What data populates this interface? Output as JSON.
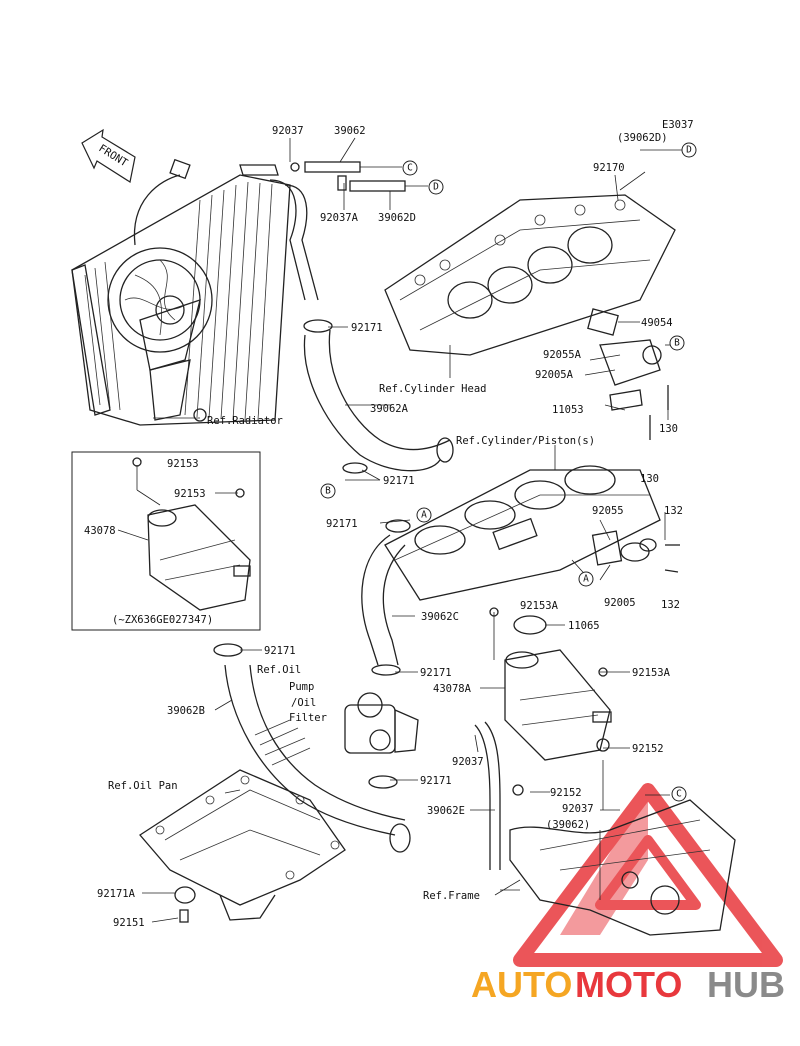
{
  "header": {
    "code": "E3037",
    "front": "FRONT"
  },
  "parts": {
    "p92037_top": "92037",
    "p39062": "39062",
    "p92037A": "92037A",
    "p39062D": "39062D",
    "p39062D_paren": "(39062D)",
    "p92170": "92170",
    "p92171_a": "92171",
    "p39062A": "39062A",
    "p92171_b": "92171",
    "p92171_c": "92171",
    "p49054": "49054",
    "p92055A": "92055A",
    "p92005A": "92005A",
    "p11053": "11053",
    "p130_a": "130",
    "p130_b": "130",
    "p92055": "92055",
    "p132_a": "132",
    "p92005": "92005",
    "p132_b": "132",
    "p92153_a": "92153",
    "p92153_b": "92153",
    "p43078": "43078",
    "p39062C": "39062C",
    "p92153A_a": "92153A",
    "p11065": "11065",
    "p92171_d": "92171",
    "p92171_e": "92171",
    "p43078A": "43078A",
    "p92153A_b": "92153A",
    "p39062B": "39062B",
    "p92037_b": "92037",
    "p92152_a": "92152",
    "p92152_b": "92152",
    "p92171_f": "92171",
    "p92037_c": "92037",
    "p39062_paren": "(39062)",
    "p39062E": "39062E",
    "p92171A": "92171A",
    "p92151": "92151"
  },
  "refs": {
    "radiator": "Ref.Radiator",
    "cyl_head": "Ref.Cylinder Head",
    "cyl_piston": "Ref.Cylinder/Piston(s)",
    "oil_pump_1": "Ref.Oil",
    "oil_pump_2": "Pump",
    "oil_pump_3": "/Oil",
    "oil_pump_4": "Filter",
    "oil_pan": "Ref.Oil Pan",
    "frame": "Ref.Frame"
  },
  "inset_note": "(~ZX636GE027347)",
  "callouts": {
    "A": "A",
    "B": "B",
    "C": "C",
    "D": "D"
  },
  "watermark": {
    "part1": "AUTO",
    "part2": "MOTO",
    "part3": "HUB",
    "color_orange": "#f5a623",
    "color_red": "#e8383d",
    "color_gray": "#8a8a8a"
  }
}
